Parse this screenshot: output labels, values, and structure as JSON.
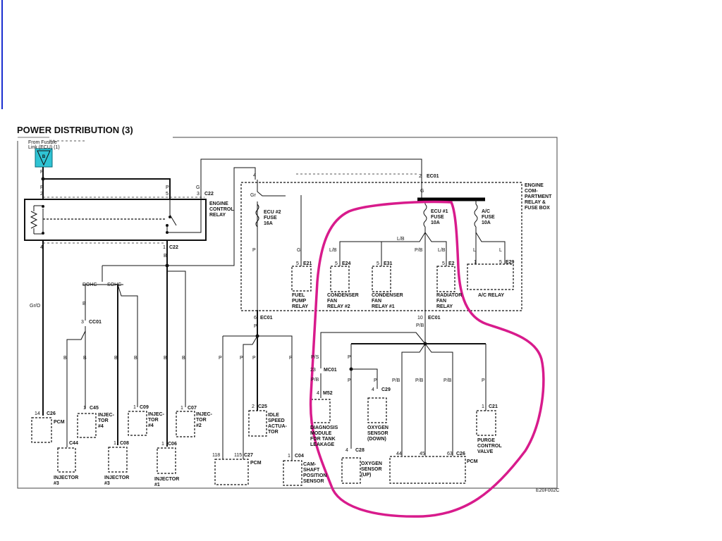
{
  "title": "POWER DISTRIBUTION (3)",
  "source": {
    "lines": [
      "From Fusible",
      "Link (ECU) (1)"
    ],
    "symbol": "B",
    "symbol_color": "#2fc4d4"
  },
  "diagram_code": "E20F002C",
  "highlight_color": "#d81b8c",
  "components": {
    "engine_control_relay": [
      "ENGINE",
      "CONTROL",
      "RELAY"
    ],
    "engine_compartment_box": [
      "ENGINE",
      "COM-",
      "PARTMENT",
      "RELAY &",
      "FUSE BOX"
    ],
    "ecu2_fuse": [
      "ECU #2",
      "FUSE",
      "16A"
    ],
    "ecu1_fuse": [
      "ECU #1",
      "FUSE",
      "10A"
    ],
    "ac_fuse": [
      "A/C",
      "FUSE",
      "10A"
    ],
    "fuel_pump_relay": [
      "FUEL",
      "PUMP",
      "RELAY"
    ],
    "condenser_fan_relay_2": [
      "CONDENSER",
      "FAN",
      "RELAY #2"
    ],
    "condenser_fan_relay_1": [
      "CONDENSER",
      "FAN",
      "RELAY #1"
    ],
    "radiator_fan_relay": [
      "RADIATOR",
      "FAN",
      "RELAY"
    ],
    "ac_relay": [
      "A/C RELAY"
    ],
    "pcm_c26_left": [
      "PCM"
    ],
    "injector_c44": [
      "INJECTOR",
      "#3"
    ],
    "injector_c45": [
      "INJEC-",
      "TOR",
      "#4"
    ],
    "injector_c08": [
      "INJECTOR",
      "#3"
    ],
    "injector_c09": [
      "INJEC-",
      "TOR",
      "#4"
    ],
    "injector_c06": [
      "INJECTOR",
      "#1"
    ],
    "injector_c07": [
      "INJEC-",
      "TOR",
      "#2"
    ],
    "idle_speed_actuator": [
      "IDLE",
      "SPEED",
      "ACTUA-",
      "TOR"
    ],
    "pcm_c27": [
      "PCM"
    ],
    "camshaft_position_sensor": [
      "CAM-",
      "SHAFT",
      "POSITION",
      "SENSOR"
    ],
    "diagnosis_module": [
      "DIAGNOSIS",
      "MODULE",
      "FOR TANK",
      "LEAKAGE"
    ],
    "oxygen_sensor_down": [
      "OXYGEN",
      "SENSOR",
      "(DOWN)"
    ],
    "oxygen_sensor_up": [
      "OXYGEN",
      "SENSOR",
      "(UP)"
    ],
    "pcm_c26_right": [
      "PCM"
    ],
    "purge_control_valve": [
      "PURGE",
      "CONTROL",
      "VALVE"
    ]
  },
  "branch_labels": [
    "DOHC",
    "SOHC"
  ],
  "wire_colors": [
    "P",
    "P",
    "P",
    "G",
    "B",
    "Gr/O",
    "B",
    "B",
    "B",
    "B",
    "B",
    "B",
    "B",
    "Gr",
    "P",
    "G",
    "L/B",
    "L/B",
    "G",
    "P/B",
    "L/B",
    "L",
    "L",
    "P",
    "P",
    "P",
    "P",
    "P",
    "P/B",
    "P/S",
    "P/B",
    "P",
    "P",
    "P",
    "P/B",
    "P/B",
    "P/B",
    "P"
  ],
  "pins": [
    "2",
    "5",
    "3",
    "4",
    "1",
    "3",
    "14",
    "1",
    "1",
    "1",
    "1",
    "1",
    "4",
    "5",
    "5",
    "5",
    "2",
    "5",
    "1",
    "5",
    "6",
    "2",
    "118",
    "115",
    "1",
    "10",
    "23",
    "4",
    "4",
    "4",
    "44",
    "45",
    "63",
    "1"
  ],
  "connectors": [
    "C22",
    "C22",
    "CC01",
    "C26",
    "C45",
    "C44",
    "C08",
    "C09",
    "C06",
    "C07",
    "E21",
    "E24",
    "E31",
    "EC01",
    "E2",
    "E29",
    "EC01",
    "C25",
    "C27",
    "C04",
    "EC01",
    "MC01",
    "M52",
    "C29",
    "C28",
    "C26",
    "C21"
  ]
}
